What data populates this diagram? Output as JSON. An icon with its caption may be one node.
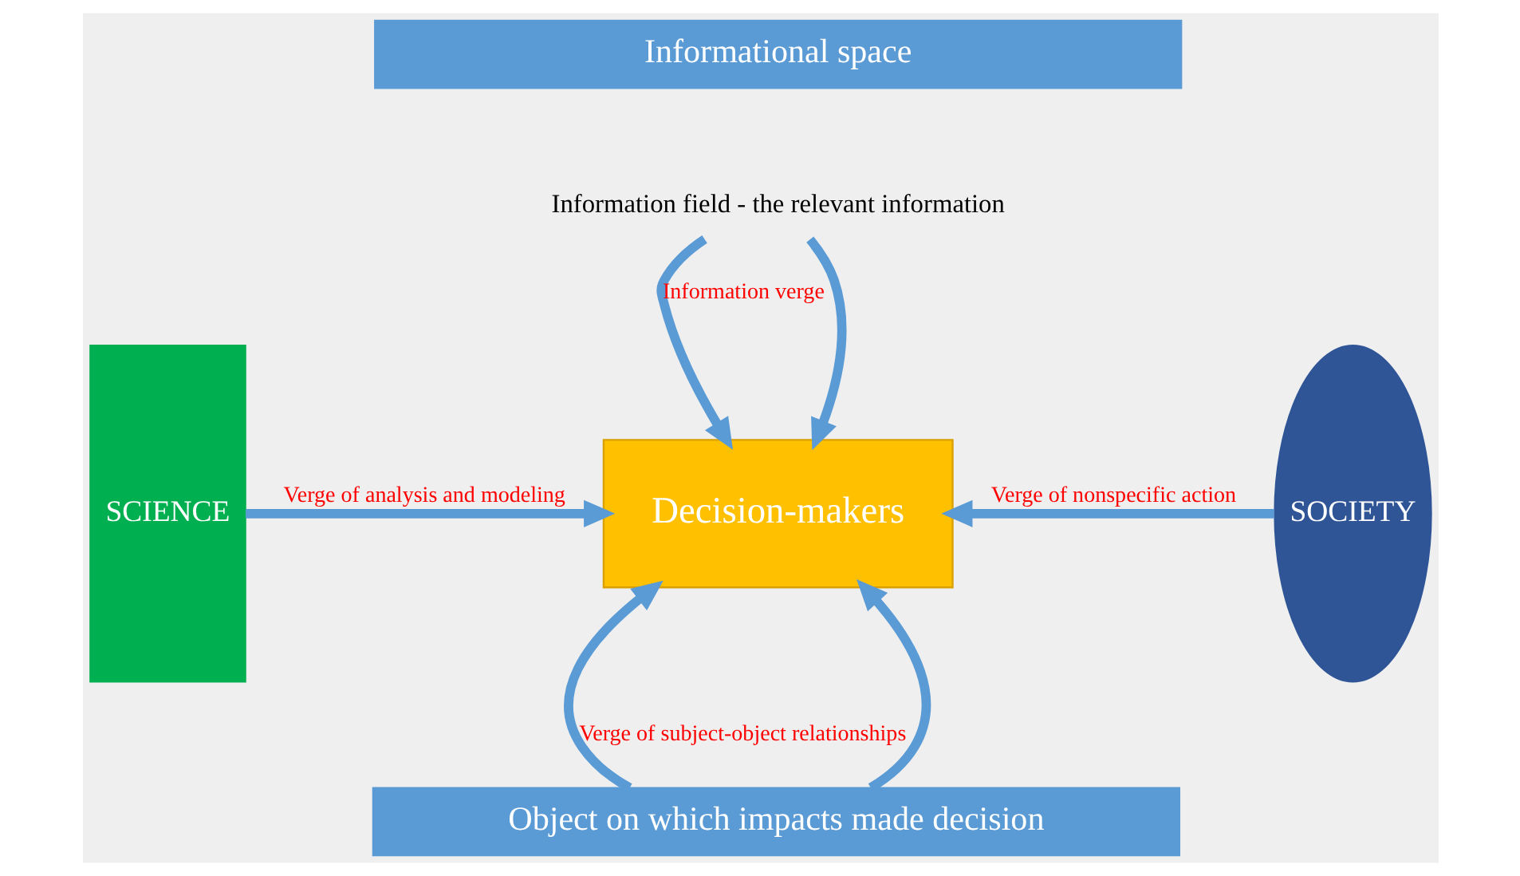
{
  "diagram": {
    "nodes": [
      {
        "text": [
          "Informational space"
        ]
      },
      {
        "text": [
          "SCIENCE"
        ]
      },
      {
        "text": [
          "SOCIETY"
        ]
      },
      {
        "text": [
          "Information field - the relevant information"
        ]
      },
      {
        "text": [
          "Decision-makers"
        ]
      },
      {
        "text": [
          "Object on which impacts made decision"
        ]
      }
    ],
    "edges": [
      {
        "from": 3,
        "to": 4,
        "arrow": "to",
        "label": "Information verge"
      },
      {
        "from": 3,
        "to": 4,
        "arrow": "to"
      },
      {
        "from": 1,
        "to": 4,
        "arrow": "to",
        "label": "Verge of analysis and modeling"
      },
      {
        "from": 2,
        "to": 4,
        "arrow": "to",
        "label": "Verge of nonspecific action"
      },
      {
        "from": 5,
        "to": 4,
        "arrow": "to",
        "label": "Verge of subject-object relationships"
      },
      {
        "from": 5,
        "to": 4,
        "arrow": "to"
      }
    ]
  }
}
